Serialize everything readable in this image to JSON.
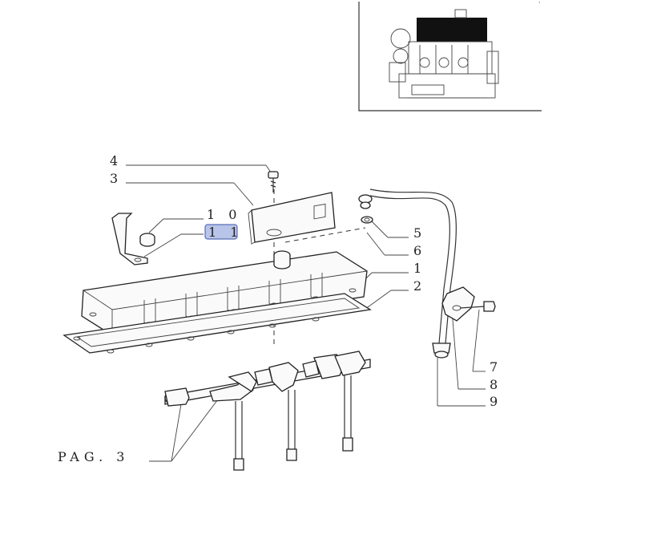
{
  "callouts": [
    {
      "id": "4",
      "label": "4"
    },
    {
      "id": "3",
      "label": "3"
    },
    {
      "id": "10",
      "label": "1 0"
    },
    {
      "id": "11",
      "label": "1 1",
      "highlighted": true
    },
    {
      "id": "5",
      "label": "5"
    },
    {
      "id": "6",
      "label": "6"
    },
    {
      "id": "1",
      "label": "1"
    },
    {
      "id": "2",
      "label": "2"
    },
    {
      "id": "7",
      "label": "7"
    },
    {
      "id": "8",
      "label": "8"
    },
    {
      "id": "9",
      "label": "9"
    }
  ],
  "page_reference": "PAG.  3",
  "colors": {
    "highlight_fill": "#b8c4e8",
    "highlight_border": "#5a6fb8",
    "line": "#333333"
  }
}
